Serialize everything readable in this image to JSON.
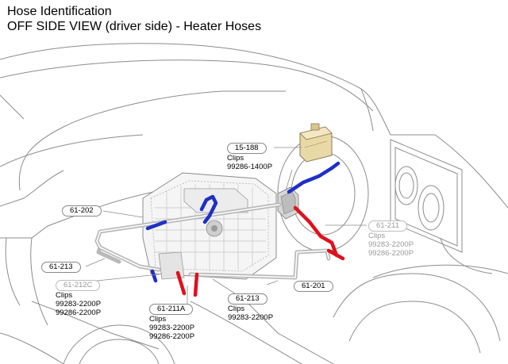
{
  "header": {
    "title": "Hose Identification",
    "subtitle": "OFF SIDE VIEW (driver side) - Heater Hoses"
  },
  "callouts": {
    "c15188": {
      "part": "15-188",
      "clips_label": "Clips",
      "clips": [
        "99286-1400P"
      ]
    },
    "c61202": {
      "part": "61-202"
    },
    "c61211": {
      "part": "61-211",
      "clips_label": "Clips",
      "clips": [
        "99283-2200P",
        "99286-2200P"
      ]
    },
    "c61213a": {
      "part": "61-213"
    },
    "c61212c": {
      "part": "61-212C",
      "clips_label": "Clips",
      "clips": [
        "99283-2200P",
        "99286-2200P"
      ]
    },
    "c61211a": {
      "part": "61-211A",
      "clips_label": "Clips",
      "clips": [
        "99283-2200P",
        "99286-2200P"
      ]
    },
    "c61213b": {
      "part": "61-213",
      "clips_label": "Clips",
      "clips": [
        "99283-2200P"
      ]
    },
    "c61201": {
      "part": "61-201"
    }
  },
  "colors": {
    "hot_hose": "#e0101c",
    "cold_hose": "#1f2fc8",
    "pipe": "#b9b9b9",
    "reservoir": "#e9d9a6",
    "outline": "#8c8c8c"
  }
}
